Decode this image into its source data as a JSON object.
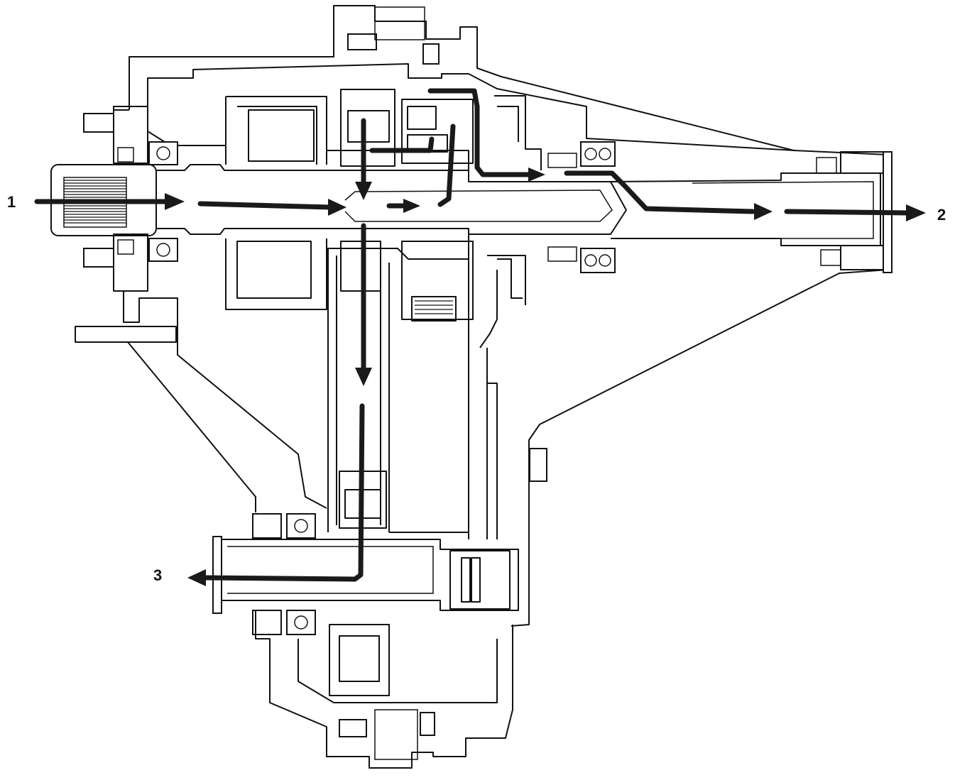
{
  "callouts": {
    "input": "1",
    "rear_output": "2",
    "front_output": "3"
  },
  "colors": {
    "line": "#111111",
    "flow_arrow": "#1a1a1a",
    "background": "#ffffff"
  }
}
